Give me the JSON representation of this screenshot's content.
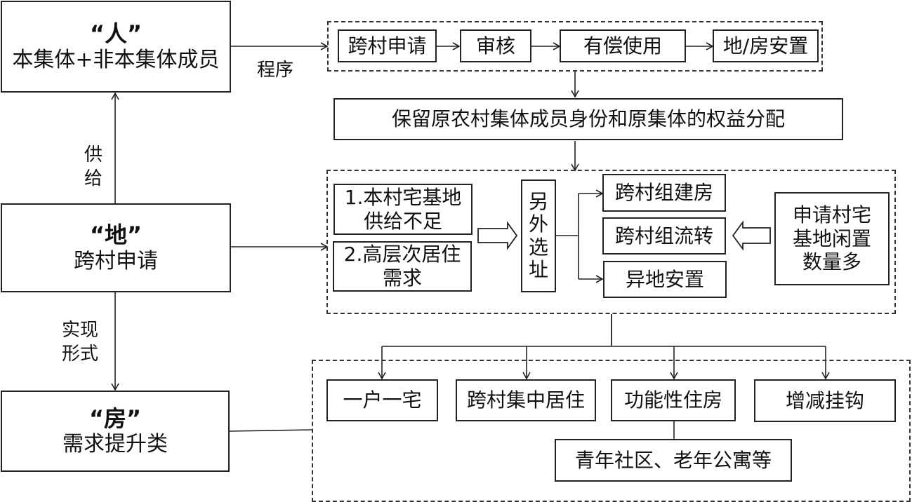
{
  "left_column": {
    "ren": {
      "title": "“人”",
      "subtitle": "本集体+非本集体成员"
    },
    "di": {
      "title": "“地”",
      "subtitle": "跨村申请"
    },
    "fang": {
      "title": "“房”",
      "subtitle": "需求提升类"
    },
    "label_supply": [
      "供",
      "给"
    ],
    "label_form": [
      "实现",
      "形式"
    ],
    "label_procedure": "程序"
  },
  "procedure_steps": [
    "跨村申请",
    "审核",
    "有偿使用",
    "地/房安置"
  ],
  "retain_rights": "保留原农村集体成员身份和原集体的权益分配",
  "land_section": {
    "causes": [
      "1.本村宅基地供给不足",
      "2.高层次居住需求"
    ],
    "cause_lines": [
      [
        "1.本村宅基地",
        "供给不足"
      ],
      [
        "2.高层次居住",
        "需求"
      ]
    ],
    "relocate_site": [
      "另",
      "外",
      "选",
      "址"
    ],
    "options": [
      "跨村组建房",
      "跨村组流转",
      "异地安置"
    ],
    "idle_reason": [
      "申请村宅",
      "基地闲置",
      "数量多"
    ]
  },
  "housing_forms": [
    "一户一宅",
    "跨村集中居住",
    "功能性住房",
    "增减挂钩"
  ],
  "functional_examples": "青年社区、老年公寓等"
}
